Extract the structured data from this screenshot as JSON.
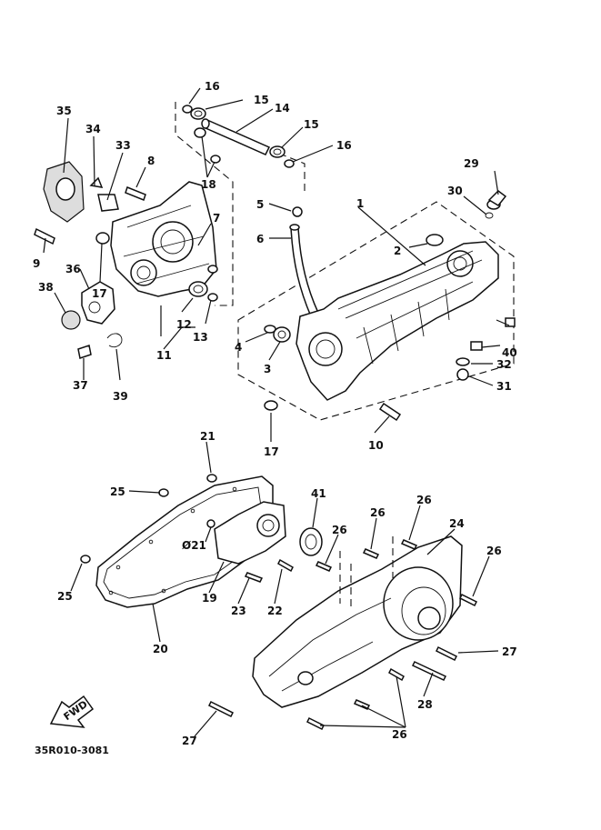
{
  "diagram": {
    "code": "35R010-3081",
    "fwd_label": "FWD",
    "callouts": {
      "c1": "1",
      "c2": "2",
      "c3": "3",
      "c4": "4",
      "c5": "5",
      "c6": "6",
      "c7": "7",
      "c8": "8",
      "c9": "9",
      "c10": "10",
      "c11": "11",
      "c12": "12",
      "c13": "13",
      "c14": "14",
      "c15a": "15",
      "c15b": "15",
      "c16a": "16",
      "c16b": "16",
      "c17a": "17",
      "c17b": "17",
      "c18": "18",
      "c19": "19",
      "c20": "20",
      "c21a": "21",
      "c21b": "Ø21",
      "c22": "22",
      "c23": "23",
      "c24": "24",
      "c25a": "25",
      "c25b": "25",
      "c26a": "26",
      "c26b": "26",
      "c26c": "26",
      "c26d": "26",
      "c26e": "26",
      "c27a": "27",
      "c27b": "27",
      "c28": "28",
      "c29": "29",
      "c30": "30",
      "c31": "31",
      "c32": "32",
      "c33": "33",
      "c34": "34",
      "c35": "35",
      "c36": "36",
      "c37": "37",
      "c38": "38",
      "c39": "39",
      "c40": "40",
      "c41": "41"
    }
  }
}
